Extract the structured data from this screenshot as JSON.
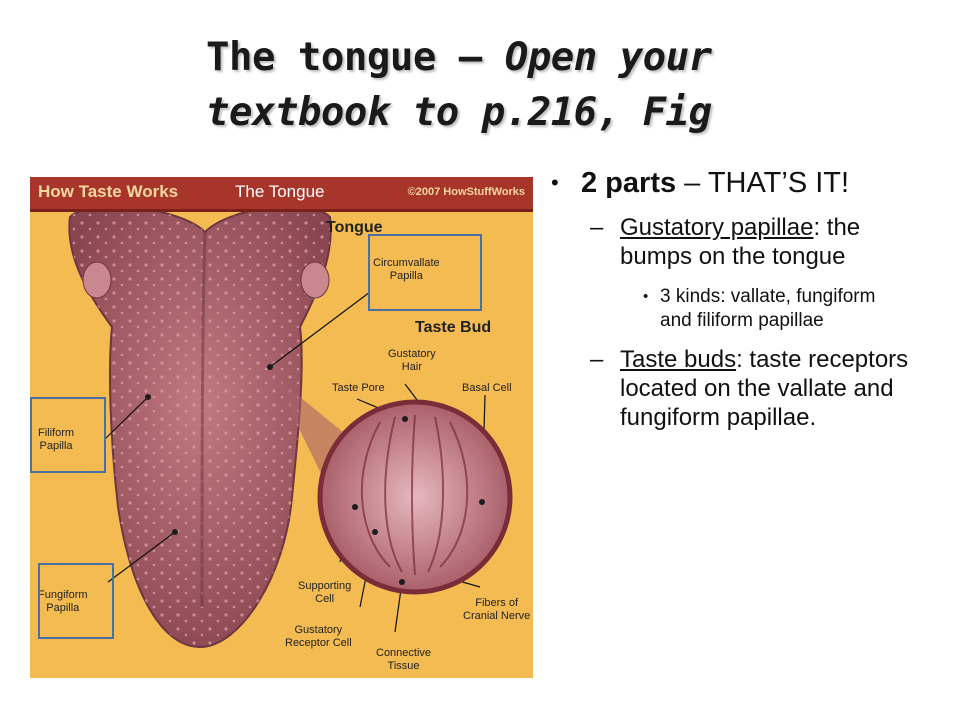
{
  "slide": {
    "title_line1_a": "The tongue – ",
    "title_line1_b": "Open your",
    "title_line2": "textbook to p.216, Fig"
  },
  "figure": {
    "header_title": "How Taste Works",
    "header_subtitle": "The Tongue",
    "copyright": "©2007 HowStuffWorks",
    "labels": {
      "tongue": "Tongue",
      "circumvallate": "Circumvallate\nPapilla",
      "taste_bud": "Taste Bud",
      "gustatory_hair": "Gustatory\nHair",
      "taste_pore": "Taste Pore",
      "basal_cell": "Basal Cell",
      "filiform": "Filiform\nPapilla",
      "fungiform": "Fungiform\nPapilla",
      "supporting_cell": "Supporting\nCell",
      "gustatory_receptor": "Gustatory\nReceptor Cell",
      "connective_tissue": "Connective\nTissue",
      "fibers": "Fibers of\nCranial Nerve"
    },
    "colors": {
      "background": "#f3bb52",
      "header": "#a8352a",
      "tongue": "#a9606a",
      "callout_border": "#4a6fa5"
    }
  },
  "content": {
    "bullet1_bold": "2 parts",
    "bullet1_rest": " – THAT’S IT!",
    "sub1_term": "Gustatory papillae",
    "sub1_rest": ": the bumps on the tongue",
    "sub1_detail": "3 kinds: vallate, fungiform and filiform papillae",
    "sub2_term": "Taste buds",
    "sub2_rest": ": taste receptors located on the vallate and fungiform papillae."
  }
}
